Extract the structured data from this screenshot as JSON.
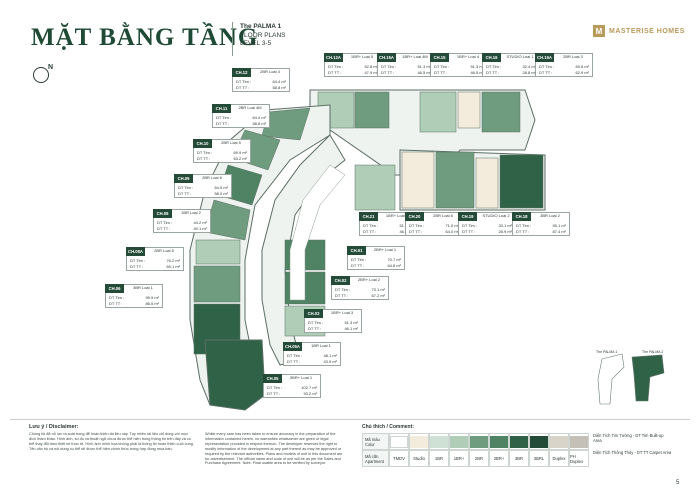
{
  "header": {
    "title": "MẶT BẰNG TẦNG",
    "project_name": "The PALMA 1",
    "subtitle_1": "FLOOR PLANS",
    "subtitle_2": "LEVEL 3-5",
    "brand": "MASTERISE HOMES",
    "compass_label": "N"
  },
  "units": [
    {
      "code": "CH.12A",
      "type": "1BR+ Loại 5",
      "dt_tim": "52.8 m²",
      "dt_tt": "47.9 m²"
    },
    {
      "code": "CH.15A",
      "type": "1BR+ Loại 4M",
      "dt_tim": "51.3 m²",
      "dt_tt": "46.5 m²"
    },
    {
      "code": "CH.15",
      "type": "1BR+ Loại 4",
      "dt_tim": "51.3 m²",
      "dt_tt": "46.5 m²"
    },
    {
      "code": "CH.16",
      "type": "STUDIO Loại 1",
      "dt_tim": "32.4 m²",
      "dt_tt": "28.8 m²"
    },
    {
      "code": "CH.16A",
      "type": "2BR Loại 3",
      "dt_tim": "69.6 m²",
      "dt_tt": "62.9 m²"
    },
    {
      "code": "CH.12",
      "type": "2BR Loại 4",
      "dt_tim": "64.4 m²",
      "dt_tt": "58.8 m²"
    },
    {
      "code": "CH.11",
      "type": "2BR Loại 4M",
      "dt_tim": "64.4 m²",
      "dt_tt": "58.8 m²"
    },
    {
      "code": "CH.10",
      "type": "2BR Loại 5",
      "dt_tim": "69.9 m²",
      "dt_tt": "63.2 m²"
    },
    {
      "code": "CH.09",
      "type": "2BR Loại 6",
      "dt_tim": "64.5 m²",
      "dt_tt": "58.0 m²"
    },
    {
      "code": "CH.08",
      "type": "1BR Loại 2",
      "dt_tim": "44.2 m²",
      "dt_tt": "40.1 m²"
    },
    {
      "code": "CH.08A",
      "type": "2BR Loại 5",
      "dt_tim": "76.2 m²",
      "dt_tt": "69.1 m²"
    },
    {
      "code": "CH.06",
      "type": "3BR Loại 1",
      "dt_tim": "95.9 m²",
      "dt_tt": "86.5 m²"
    },
    {
      "code": "CH.21",
      "type": "1BR+ Loại 5",
      "dt_tim": "51.0 m²",
      "dt_tt": "46.5 m²"
    },
    {
      "code": "CH.20",
      "type": "2BR Loại 6",
      "dt_tim": "71.0 m²",
      "dt_tt": "64.0 m²"
    },
    {
      "code": "CH.19",
      "type": "STUDIO Loại 2",
      "dt_tim": "33.1 m²",
      "dt_tt": "28.9 m²"
    },
    {
      "code": "CH.18",
      "type": "3BR Loại 2",
      "dt_tim": "95.1 m²",
      "dt_tt": "87.4 m²"
    },
    {
      "code": "CH.01",
      "type": "2BR+ Loại 1",
      "dt_tim": "70.7 m²",
      "dt_tt": "64.8 m²"
    },
    {
      "code": "CH.02",
      "type": "2BR+ Loại 2",
      "dt_tim": "73.1 m²",
      "dt_tt": "67.2 m²"
    },
    {
      "code": "CH.03",
      "type": "1BR+ Loại 3",
      "dt_tim": "51.3 m²",
      "dt_tt": "46.1 m²"
    },
    {
      "code": "CH.05A",
      "type": "1BR Loại 1",
      "dt_tim": "48.1 m²",
      "dt_tt": "43.9 m²"
    },
    {
      "code": "CH.05",
      "type": "3BR+ Loại 1",
      "dt_tim": "102.7 m²",
      "dt_tt": "93.2 m²"
    }
  ],
  "labels": {
    "dt_tim": "DT Tim :",
    "dt_tt": "DT TT :"
  },
  "keyplan": {
    "label_1": "The PALMA 1",
    "label_2": "The PALMA 2"
  },
  "disclaimer": {
    "title": "Lưu ý / Disclaimer:",
    "vi": "Chúng tôi đã nỗ lực rà soát trong để hoàn thiện tài liệu này. Tuy nhiên tài liệu chỉ dùng với mục đích tham khảo. Hình ảnh, số đo và thuật ngữ chưa được thể hiện trong thông tin trên đây và có thể thay đổi theo thiết kế thực tế. Hình ảnh minh họa không phải là thông tin hoàn thiện cuối cùng. Tên căn hộ và nội dung cụ thể sẽ được thể hiện chính thức trong hợp đồng mua bán.",
    "en": "Whilst every care has been taken to ensure accuracy in the preparation of the information contained herein, no warranties whatsoever are given or legal representation provided in respect thereon. The developer reserves the right to modify information of the development at any part thereof as may be approved or required by the relevant authorities. Plans and models of unit in this document are for advertisement. The official name and code of unit will be as per the Sales and Purchase Agreement. Note: Final usable area to be verified by surveyor."
  },
  "legend": {
    "title": "Chú thích / Comment:",
    "color_label": "Mã màu Color",
    "type_label": "Mã căn Apartment",
    "types": [
      "TMDV",
      "Studio",
      "1BR",
      "1BR+",
      "2BR",
      "2BR+",
      "3BR",
      "3BRL",
      "Duplex",
      "PH Duplex"
    ],
    "swatches": [
      "#ffffff",
      "#f3ecdc",
      "#cfe0d4",
      "#b0cdb8",
      "#6f9c7e",
      "#4f8363",
      "#2f6247",
      "#244a38",
      "#d9d4c9",
      "#c4c0b8"
    ],
    "note_1": "Diện Tích Tim Tường - DT Tim Built-up Area",
    "note_2": "Diện Tích Thông Thủy - DT TT Carpet Area"
  },
  "page_number": "5"
}
